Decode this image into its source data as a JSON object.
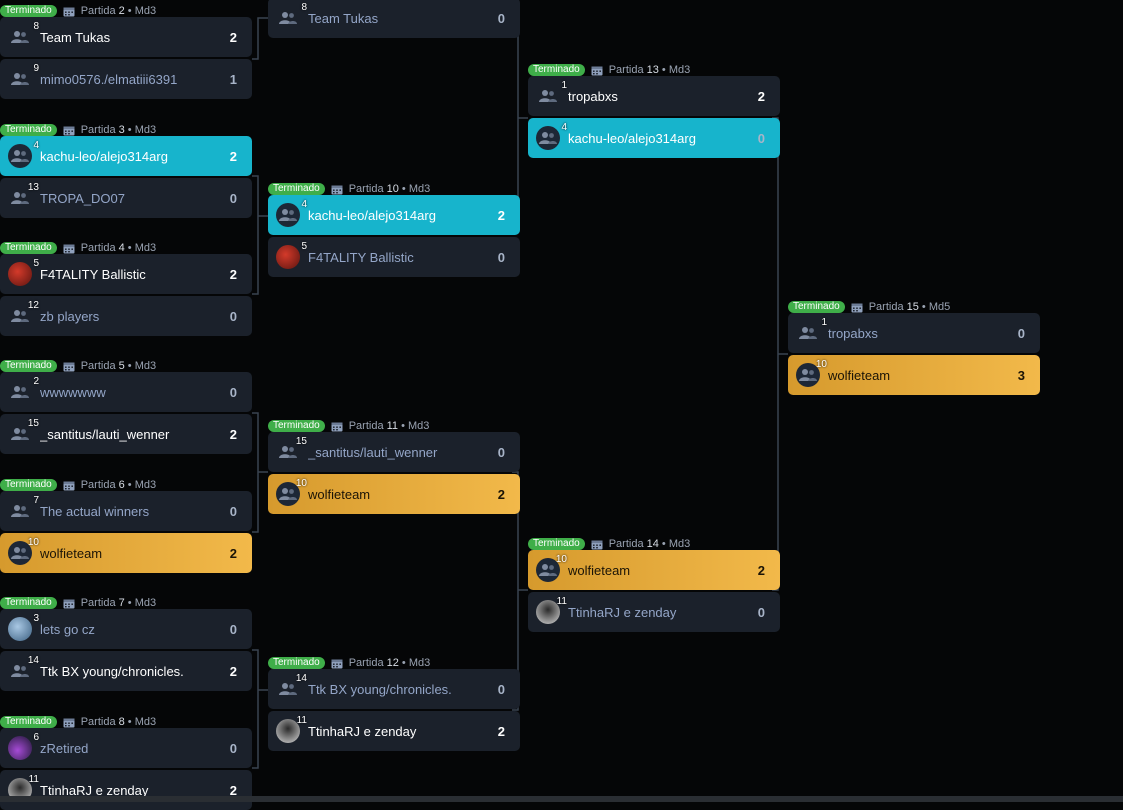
{
  "status_label": "Terminado",
  "matches": [
    {
      "id": "m2",
      "title": "Partida 2",
      "format": "Md3",
      "teams": [
        {
          "seed": "8",
          "name": "Team Tukas",
          "score": "2",
          "result": "win",
          "style": "plain",
          "avatar": "user-icon"
        },
        {
          "seed": "9",
          "name": "mimo0576./elmatiii6391",
          "score": "1",
          "result": "lose",
          "style": "plain",
          "avatar": "user-icon"
        }
      ]
    },
    {
      "id": "m3",
      "title": "Partida 3",
      "format": "Md3",
      "teams": [
        {
          "seed": "4",
          "name": "kachu-leo/alejo314arg",
          "score": "2",
          "result": "win",
          "style": "cyan",
          "avatar": "user-icon"
        },
        {
          "seed": "13",
          "name": "TROPA_DO07",
          "score": "0",
          "result": "lose",
          "style": "plain",
          "avatar": "user-icon"
        }
      ]
    },
    {
      "id": "m4",
      "title": "Partida 4",
      "format": "Md3",
      "teams": [
        {
          "seed": "5",
          "name": "F4TALITY Ballistic",
          "score": "2",
          "result": "win",
          "style": "plain",
          "avatar": "pic-red"
        },
        {
          "seed": "12",
          "name": "zb players",
          "score": "0",
          "result": "lose",
          "style": "plain",
          "avatar": "user-icon"
        }
      ]
    },
    {
      "id": "m5",
      "title": "Partida 5",
      "format": "Md3",
      "teams": [
        {
          "seed": "2",
          "name": "wwwwwww",
          "score": "0",
          "result": "lose",
          "style": "plain",
          "avatar": "user-icon"
        },
        {
          "seed": "15",
          "name": "_santitus/lauti_wenner",
          "score": "2",
          "result": "win",
          "style": "plain",
          "avatar": "user-icon"
        }
      ]
    },
    {
      "id": "m6",
      "title": "Partida 6",
      "format": "Md3",
      "teams": [
        {
          "seed": "7",
          "name": "The actual winners",
          "score": "0",
          "result": "lose",
          "style": "plain",
          "avatar": "user-icon"
        },
        {
          "seed": "10",
          "name": "wolfieteam",
          "score": "2",
          "result": "win",
          "style": "gold",
          "avatar": "user-icon"
        }
      ]
    },
    {
      "id": "m7",
      "title": "Partida 7",
      "format": "Md3",
      "teams": [
        {
          "seed": "3",
          "name": "lets go cz",
          "score": "0",
          "result": "lose",
          "style": "plain",
          "avatar": "pic-sky"
        },
        {
          "seed": "14",
          "name": "Ttk BX young/chronicles.",
          "score": "2",
          "result": "win",
          "style": "plain",
          "avatar": "user-icon"
        }
      ]
    },
    {
      "id": "m8",
      "title": "Partida 8",
      "format": "Md3",
      "teams": [
        {
          "seed": "6",
          "name": "zRetired",
          "score": "0",
          "result": "lose",
          "style": "plain",
          "avatar": "pic-purple"
        },
        {
          "seed": "11",
          "name": "TtinhaRJ e zenday",
          "score": "2",
          "result": "win",
          "style": "plain",
          "avatar": "pic-dark"
        }
      ]
    },
    {
      "id": "m9",
      "title": "",
      "format": "",
      "teams": [
        {
          "seed": "8",
          "name": "Team Tukas",
          "score": "0",
          "result": "lose",
          "style": "plain",
          "avatar": "user-icon"
        }
      ]
    },
    {
      "id": "m10",
      "title": "Partida 10",
      "format": "Md3",
      "teams": [
        {
          "seed": "4",
          "name": "kachu-leo/alejo314arg",
          "score": "2",
          "result": "win",
          "style": "cyan",
          "avatar": "user-icon"
        },
        {
          "seed": "5",
          "name": "F4TALITY Ballistic",
          "score": "0",
          "result": "lose",
          "style": "plain",
          "avatar": "pic-red"
        }
      ]
    },
    {
      "id": "m11",
      "title": "Partida 11",
      "format": "Md3",
      "teams": [
        {
          "seed": "15",
          "name": "_santitus/lauti_wenner",
          "score": "0",
          "result": "lose",
          "style": "plain",
          "avatar": "user-icon"
        },
        {
          "seed": "10",
          "name": "wolfieteam",
          "score": "2",
          "result": "win",
          "style": "gold",
          "avatar": "user-icon"
        }
      ]
    },
    {
      "id": "m12",
      "title": "Partida 12",
      "format": "Md3",
      "teams": [
        {
          "seed": "14",
          "name": "Ttk BX young/chronicles.",
          "score": "0",
          "result": "lose",
          "style": "plain",
          "avatar": "user-icon"
        },
        {
          "seed": "11",
          "name": "TtinhaRJ e zenday",
          "score": "2",
          "result": "win",
          "style": "plain",
          "avatar": "pic-dark"
        }
      ]
    },
    {
      "id": "m13",
      "title": "Partida 13",
      "format": "Md3",
      "teams": [
        {
          "seed": "1",
          "name": "tropabxs",
          "score": "2",
          "result": "win",
          "style": "plain",
          "avatar": "user-icon"
        },
        {
          "seed": "4",
          "name": "kachu-leo/alejo314arg",
          "score": "0",
          "result": "lose",
          "style": "cyan",
          "avatar": "user-icon"
        }
      ]
    },
    {
      "id": "m14",
      "title": "Partida 14",
      "format": "Md3",
      "teams": [
        {
          "seed": "10",
          "name": "wolfieteam",
          "score": "2",
          "result": "win",
          "style": "gold",
          "avatar": "user-icon"
        },
        {
          "seed": "11",
          "name": "TtinhaRJ e zenday",
          "score": "0",
          "result": "lose",
          "style": "plain",
          "avatar": "pic-dark"
        }
      ]
    },
    {
      "id": "m15",
      "title": "Partida 15",
      "format": "Md5",
      "teams": [
        {
          "seed": "1",
          "name": "tropabxs",
          "score": "0",
          "result": "lose",
          "style": "plain",
          "avatar": "user-icon"
        },
        {
          "seed": "10",
          "name": "wolfieteam",
          "score": "3",
          "result": "win",
          "style": "gold",
          "avatar": "user-icon"
        }
      ]
    }
  ]
}
